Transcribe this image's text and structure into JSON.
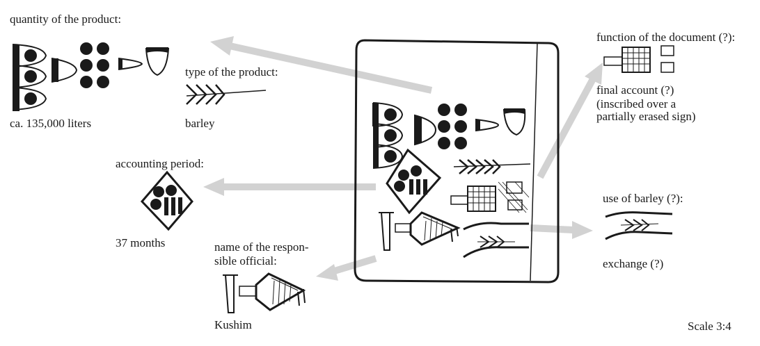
{
  "labels": {
    "quantity_title": "quantity of the product:",
    "quantity_value": "ca. 135,000 liters",
    "type_title": "type of the product:",
    "type_value": "barley",
    "period_title": "accounting period:",
    "period_value": "37 months",
    "official_title_1": "name of the respon-",
    "official_title_2": "sible official:",
    "official_value": "Kushim",
    "function_title": "function of the document (?):",
    "function_value_1": "final account (?)",
    "function_value_2": "(inscribed over a",
    "function_value_3": "partially erased sign)",
    "use_title": "use of barley (?):",
    "use_value": "exchange (?)",
    "scale": "Scale 3:4"
  },
  "icons": [
    "quantity-numeral-signs",
    "barley-sign",
    "accounting-period-sign",
    "kushim-name-signs",
    "final-account-sign",
    "exchange-sign",
    "clay-tablet"
  ],
  "colors": {
    "ink": "#1a1a1a",
    "arrow": "#d2d2d2"
  }
}
